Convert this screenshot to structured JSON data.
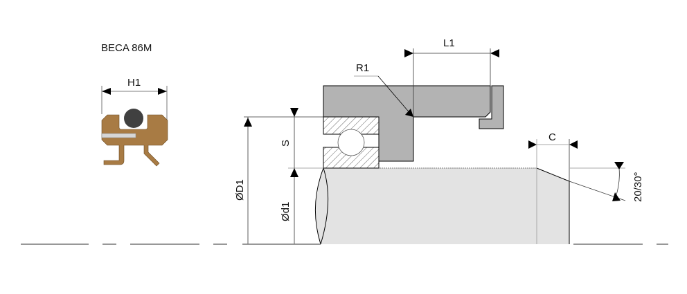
{
  "title": "BECA 86M",
  "labels": {
    "h1": "H1",
    "l1": "L1",
    "r1": "R1",
    "s": "S",
    "od1": "ØD1",
    "id1": "Ød1",
    "c": "C",
    "angle": "20/30°"
  },
  "colors": {
    "seal_body": "#a87b44",
    "oring": "#404040",
    "housing": "#b3b3b3",
    "shaft": "#e3e3e3",
    "strip": "#d6d6d6"
  }
}
